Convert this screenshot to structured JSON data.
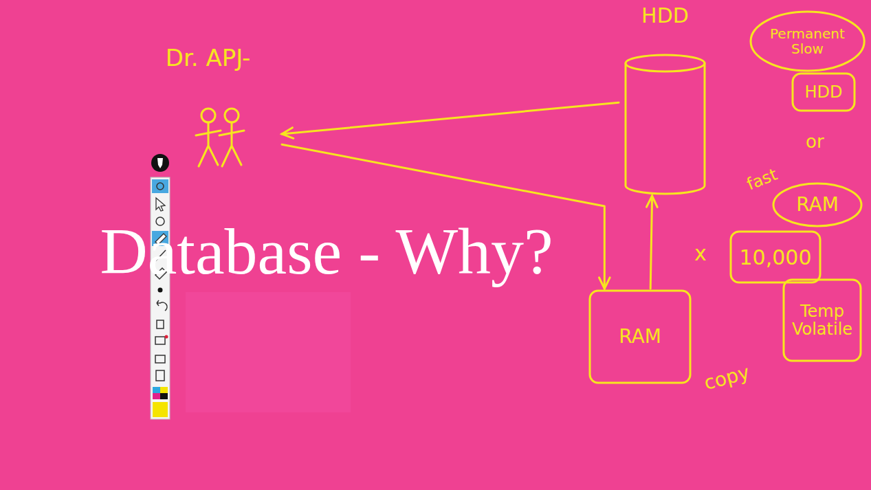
{
  "diagram": {
    "title": "Database - Why?",
    "nodes": [
      {
        "text": [
          "Dr. APJ-"
        ]
      },
      {
        "text": [
          "HDD"
        ]
      },
      {
        "text": [
          "RAM"
        ]
      },
      {
        "text": [
          "Permanent Slow"
        ]
      },
      {
        "text": [
          "HDD"
        ]
      },
      {
        "text": [
          "RAM"
        ]
      },
      {
        "text": [
          "10,000"
        ]
      },
      {
        "text": [
          "Temp Volatile"
        ]
      }
    ],
    "edges": [
      {
        "from": 1,
        "to": 0,
        "arrow": "to"
      },
      {
        "from": 0,
        "to": 2,
        "arrow": "to"
      },
      {
        "from": 2,
        "to": 1,
        "arrow": "to"
      }
    ],
    "labels": [
      "or",
      "fast",
      "x",
      "copy"
    ]
  }
}
